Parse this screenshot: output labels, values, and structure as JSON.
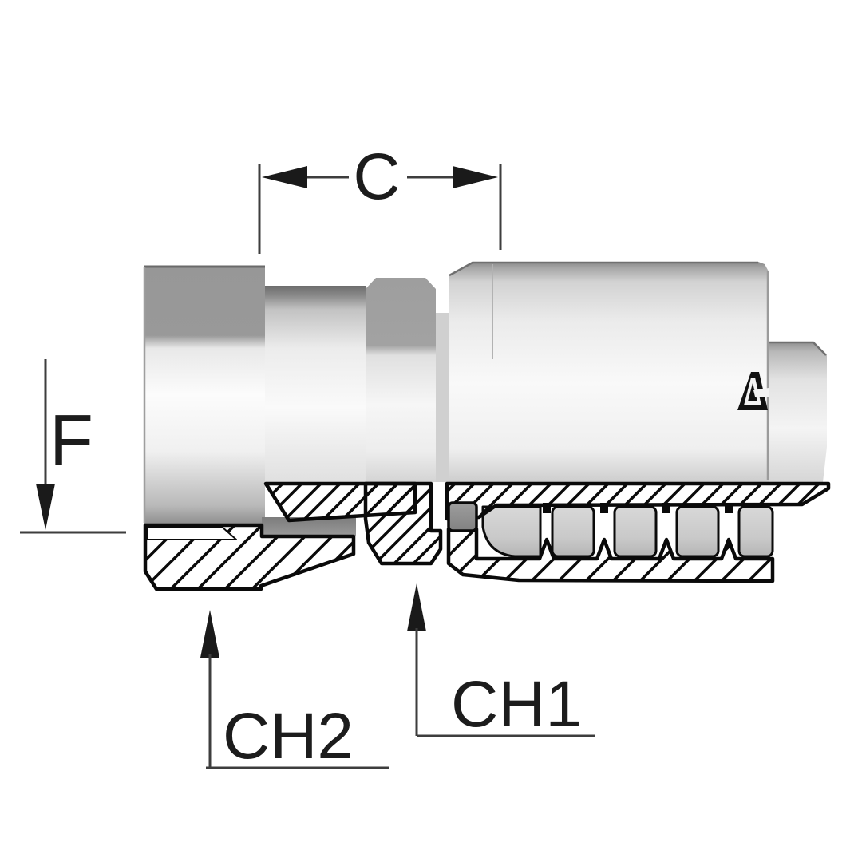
{
  "drawing": {
    "kind": "hydraulic-hose-fitting-cross-section",
    "labels": {
      "c": "C",
      "f": "F",
      "ch1": "CH1",
      "ch2": "CH2"
    },
    "logo": {
      "name": "manufacturer-logo",
      "glyph": "stylized-A-triangle"
    },
    "colors": {
      "background": "#ffffff",
      "outline": "#0a0a0a",
      "dimension_line": "#3d3d3d",
      "label_text": "#1c1c1c",
      "metal_dark": "#9a9a9a",
      "metal_mid": "#c9c9c9",
      "metal_light": "#fbfbfb",
      "seal_ring": "#8e8e8e"
    }
  }
}
